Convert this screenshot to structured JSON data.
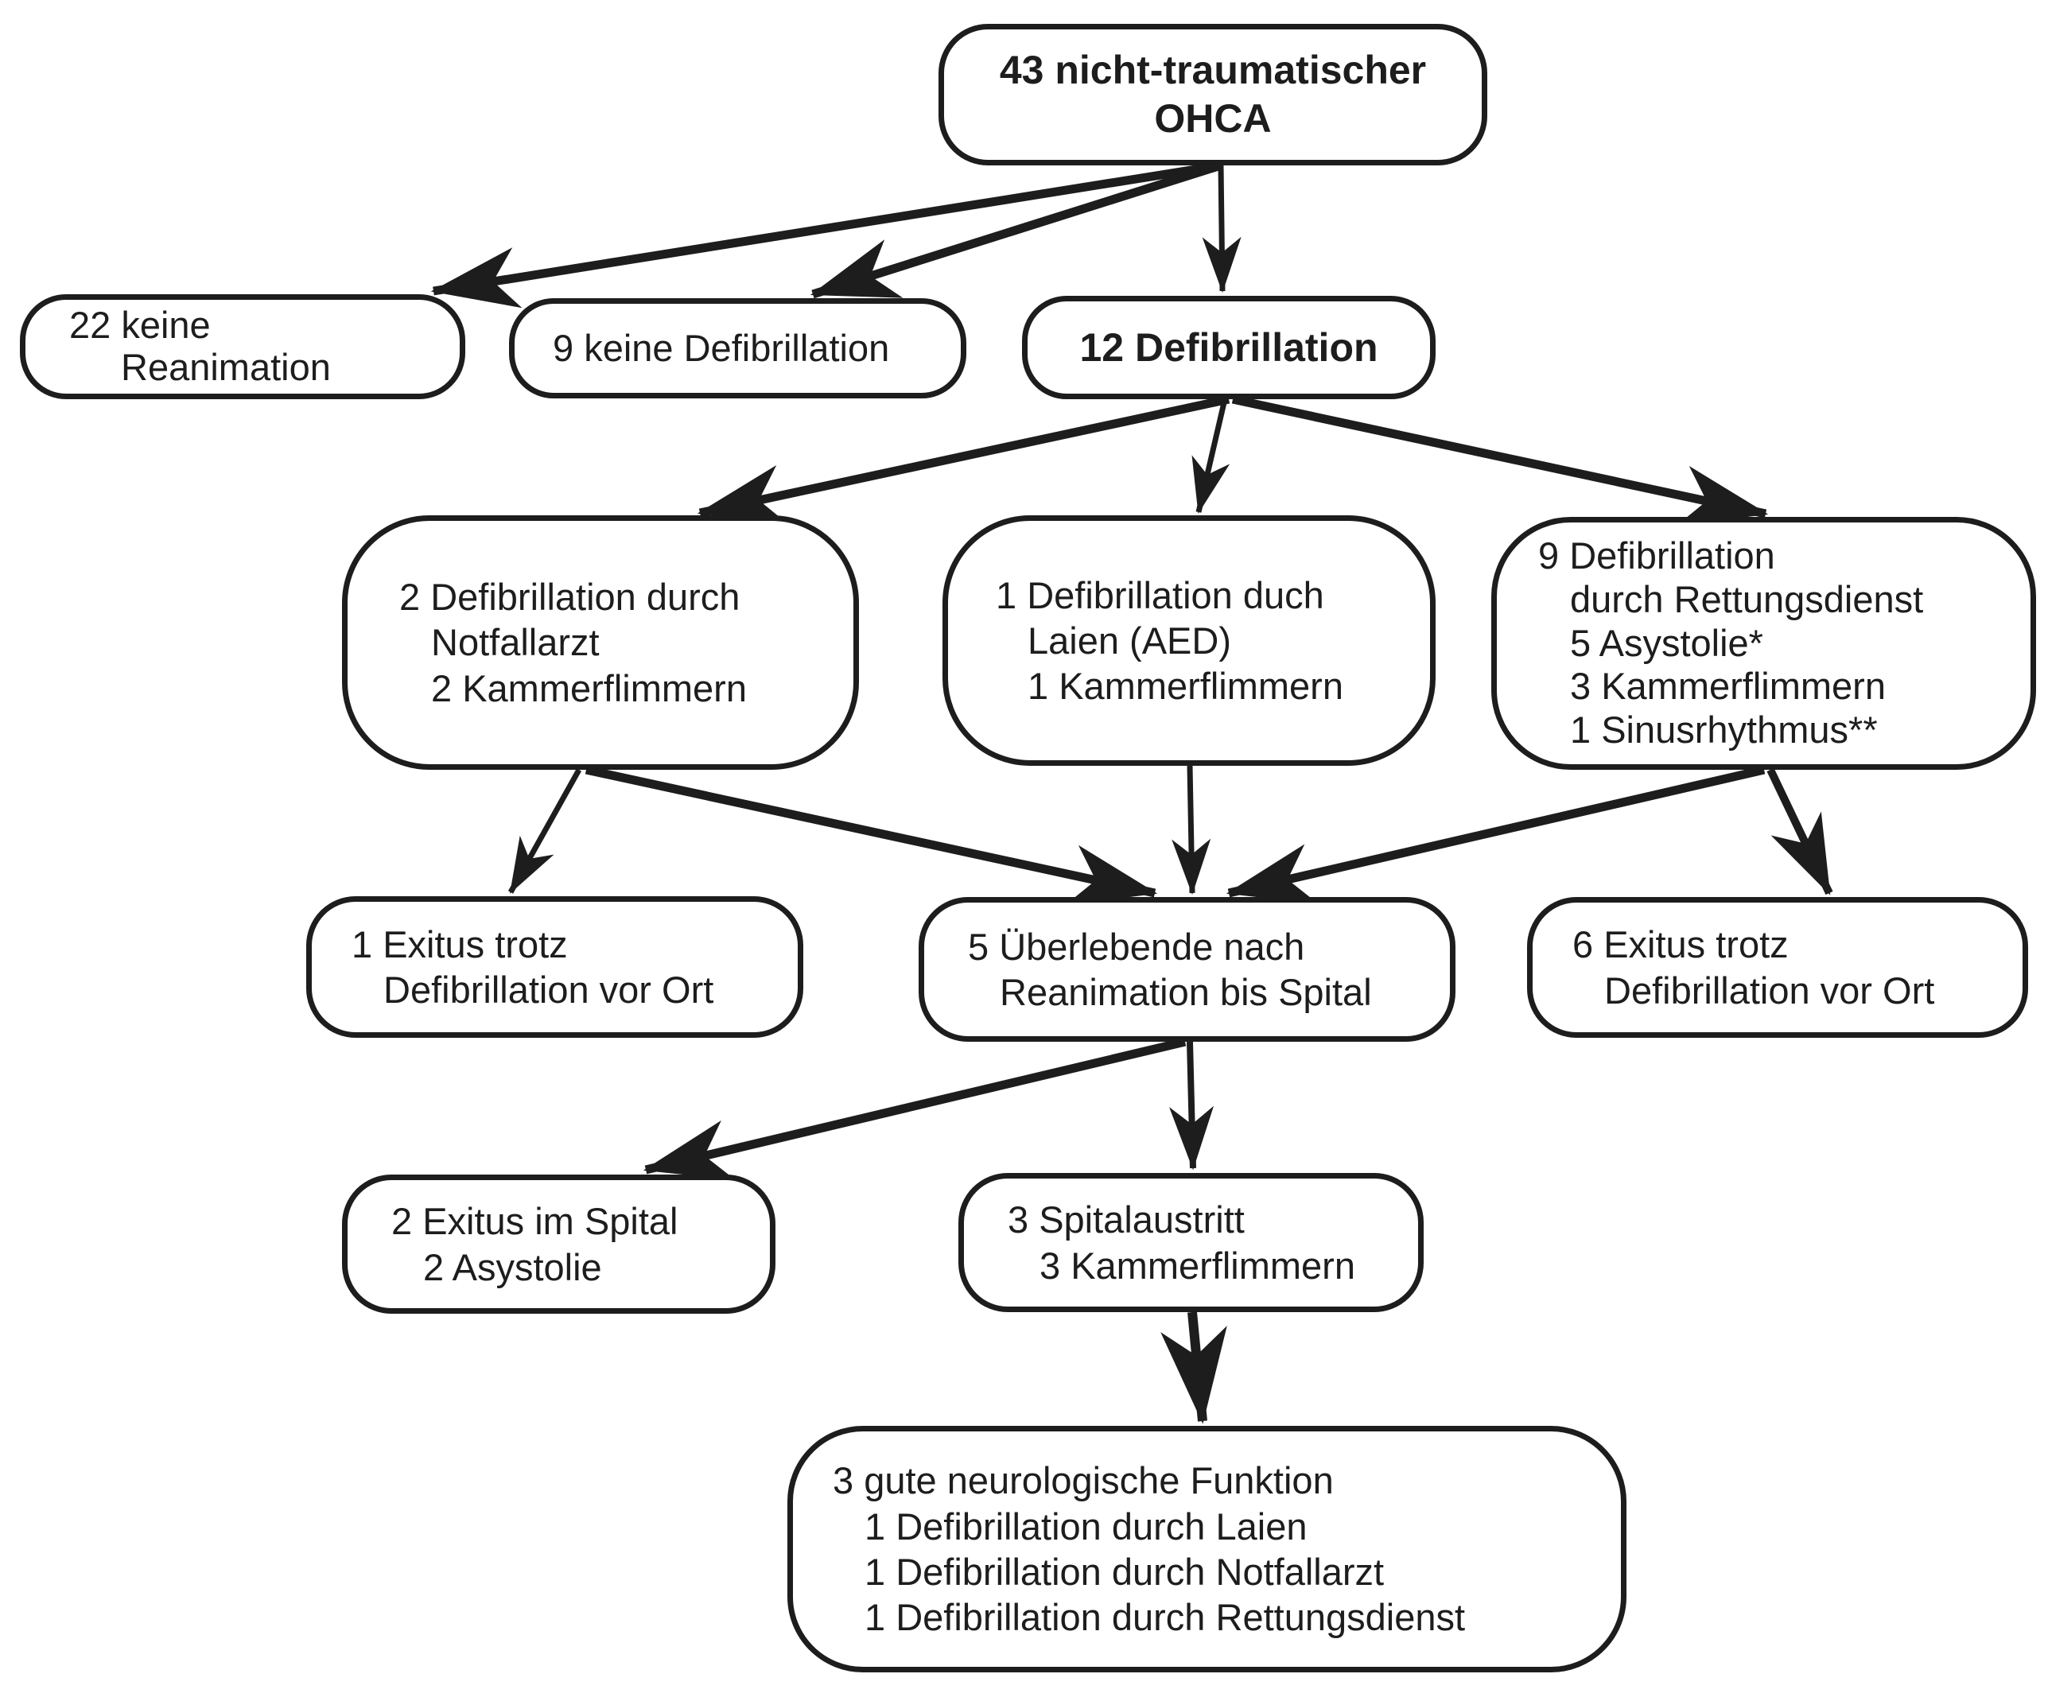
{
  "diagram": {
    "title_node": "43 nicht-traumatischer OHCA",
    "colors": {
      "line": "#1d1d1d",
      "background": "#ffffff"
    },
    "nodes": {
      "ohca": {
        "lines": [
          "43 nicht-traumatischer",
          "OHCA"
        ]
      },
      "keine_reanimation": {
        "lines": [
          "22 keine",
          "Reanimation"
        ]
      },
      "keine_defibrillation": {
        "lines": [
          "9 keine Defibrillation"
        ]
      },
      "defibrillation": {
        "lines": [
          "12 Defibrillation"
        ]
      },
      "defib_notfallarzt": {
        "lines": [
          "2 Defibrillation durch",
          "Notfallarzt",
          "2 Kammerflimmern"
        ]
      },
      "defib_laien": {
        "lines": [
          "1 Defibrillation duch",
          "Laien (AED)",
          "1 Kammerflimmern"
        ]
      },
      "defib_rettungsdienst": {
        "lines": [
          "9 Defibrillation",
          "durch Rettungsdienst",
          "5 Asystolie*",
          "3 Kammerflimmern",
          "1 Sinusrhythmus**"
        ]
      },
      "exitus_vor_ort_1": {
        "lines": [
          "1 Exitus trotz",
          "Defibrillation vor Ort"
        ]
      },
      "ueberlebende": {
        "lines": [
          "5 Überlebende nach",
          "Reanimation bis Spital"
        ]
      },
      "exitus_vor_ort_6": {
        "lines": [
          "6 Exitus trotz",
          "Defibrillation vor Ort"
        ]
      },
      "exitus_im_spital": {
        "lines": [
          "2 Exitus im Spital",
          "2 Asystolie"
        ]
      },
      "spitalaustritt": {
        "lines": [
          "3 Spitalaustritt",
          "3 Kammerflimmern"
        ]
      },
      "gute_funktion": {
        "lines": [
          "3 gute neurologische Funktion",
          "1 Defibrillation durch Laien",
          "1 Defibrillation durch Notfallarzt",
          "1 Defibrillation durch Rettungsdienst"
        ]
      }
    },
    "edges": [
      {
        "from": "ohca",
        "to": "defibrillation"
      },
      {
        "from": "ohca",
        "to": "keine_reanimation"
      },
      {
        "from": "ohca",
        "to": "keine_defibrillation"
      },
      {
        "from": "defibrillation",
        "to": "defib_notfallarzt"
      },
      {
        "from": "defibrillation",
        "to": "defib_laien"
      },
      {
        "from": "defibrillation",
        "to": "defib_rettungsdienst"
      },
      {
        "from": "defib_notfallarzt",
        "to": "exitus_vor_ort_1"
      },
      {
        "from": "defib_notfallarzt",
        "to": "ueberlebende"
      },
      {
        "from": "defib_laien",
        "to": "ueberlebende"
      },
      {
        "from": "defib_rettungsdienst",
        "to": "ueberlebende"
      },
      {
        "from": "defib_rettungsdienst",
        "to": "exitus_vor_ort_6"
      },
      {
        "from": "ueberlebende",
        "to": "exitus_im_spital"
      },
      {
        "from": "ueberlebende",
        "to": "spitalaustritt"
      },
      {
        "from": "spitalaustritt",
        "to": "gute_funktion"
      }
    ]
  }
}
